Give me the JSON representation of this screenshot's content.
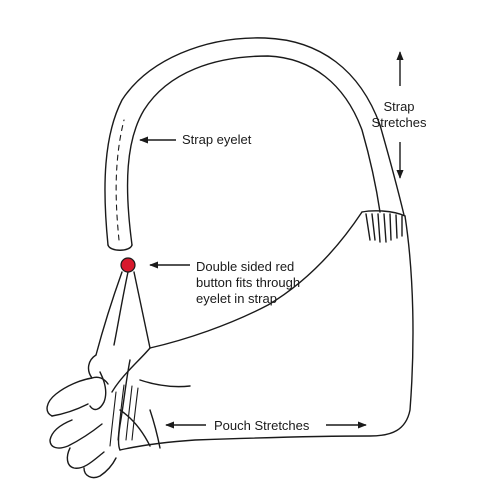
{
  "labels": {
    "strap_eyelet": "Strap eyelet",
    "button_line1": "Double sided red",
    "button_line2": "button fits through",
    "button_line3": "eyelet in strap",
    "strap_stretches_line1": "Strap",
    "strap_stretches_line2": "Stretches",
    "pouch_stretches": "Pouch Stretches"
  },
  "colors": {
    "line": "#1a1a1a",
    "button_red": "#d7192d"
  }
}
